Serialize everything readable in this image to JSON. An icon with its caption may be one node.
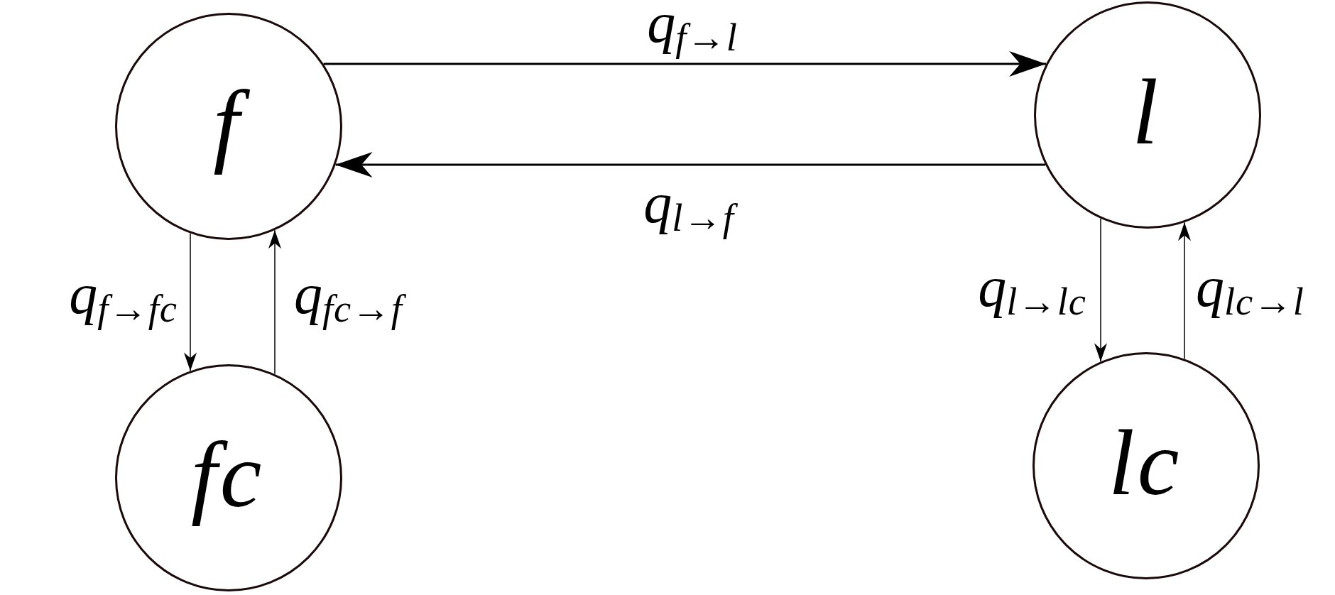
{
  "diagram": {
    "nodes": [
      {
        "text": [
          "f"
        ]
      },
      {
        "text": [
          "l"
        ]
      },
      {
        "text": [
          "fc"
        ]
      },
      {
        "text": [
          "lc"
        ]
      }
    ],
    "edges": [
      {
        "from": 0,
        "to": 1,
        "arrow": "to",
        "label": "q$_{f→l}$"
      },
      {
        "from": 1,
        "to": 0,
        "arrow": "to",
        "label": "q$_{l→f}$"
      },
      {
        "from": 0,
        "to": 2,
        "arrow": "to",
        "label": "q$_{f→fc}$"
      },
      {
        "from": 2,
        "to": 0,
        "arrow": "to",
        "label": "q$_{fc→f}$"
      },
      {
        "from": 1,
        "to": 3,
        "arrow": "to",
        "label": "q$_{l→lc}$"
      },
      {
        "from": 3,
        "to": 1,
        "arrow": "to",
        "label": "q$_{lc→l}$"
      }
    ]
  }
}
